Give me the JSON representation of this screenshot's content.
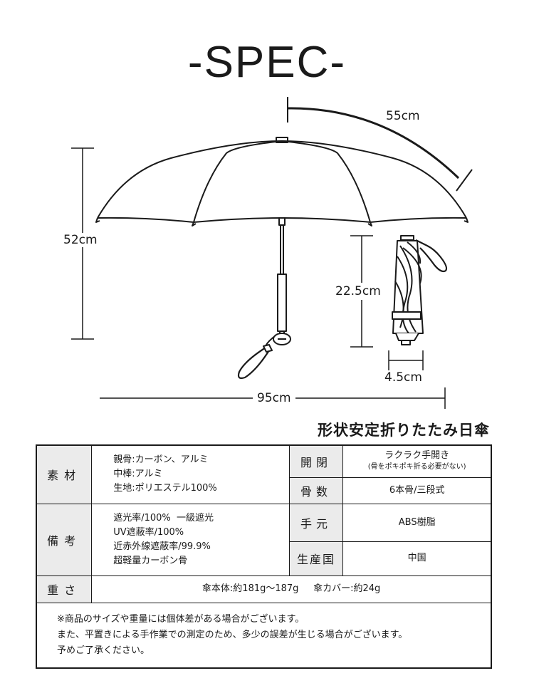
{
  "title": "-SPEC-",
  "dimensions": {
    "canopy_radius": "55cm",
    "height_open": "52cm",
    "width_open": "95cm",
    "height_folded": "22.5cm",
    "width_folded": "4.5cm"
  },
  "product_name": "形状安定折りたたみ日傘",
  "spec_table": {
    "material": {
      "label": "素材",
      "lines": [
        "親骨:カーボン、アルミ",
        "中棒:アルミ",
        "生地:ポリエステル100%"
      ]
    },
    "remarks": {
      "label": "備考",
      "lines": [
        "遮光率/100%  一級遮光",
        "UV遮蔽率/100%",
        "近赤外線遮蔽率/99.9%",
        "超軽量カーボン骨"
      ]
    },
    "opening": {
      "label": "開閉",
      "value": "ラクラク手開き",
      "sub": "(骨をポキポキ折る必要がない)"
    },
    "ribs": {
      "label": "骨数",
      "value": "6本骨/三段式"
    },
    "handle": {
      "label": "手元",
      "value": "ABS樹脂"
    },
    "origin": {
      "label": "生産国",
      "value": "中国"
    },
    "weight": {
      "label": "重さ",
      "value": "傘本体:約181g〜187g     傘カバー:約24g"
    },
    "notes": [
      "※商品のサイズや重量には個体差がある場合がございます。",
      "また、平置きによる手作業での測定のため、多少の誤差が生じる場合がございます。",
      "予めご了承ください。"
    ]
  }
}
